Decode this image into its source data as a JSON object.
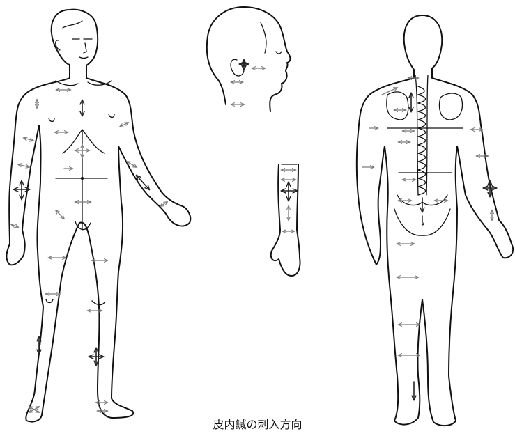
{
  "caption": "皮内鍼の刺入方向",
  "colors": {
    "outline": "#111111",
    "arrow": "#7a7a7a",
    "arrow_emphasis": "#222222"
  },
  "figures": [
    {
      "name": "front-view"
    },
    {
      "name": "side-head-view"
    },
    {
      "name": "forearm-hand-view"
    },
    {
      "name": "back-view"
    }
  ]
}
